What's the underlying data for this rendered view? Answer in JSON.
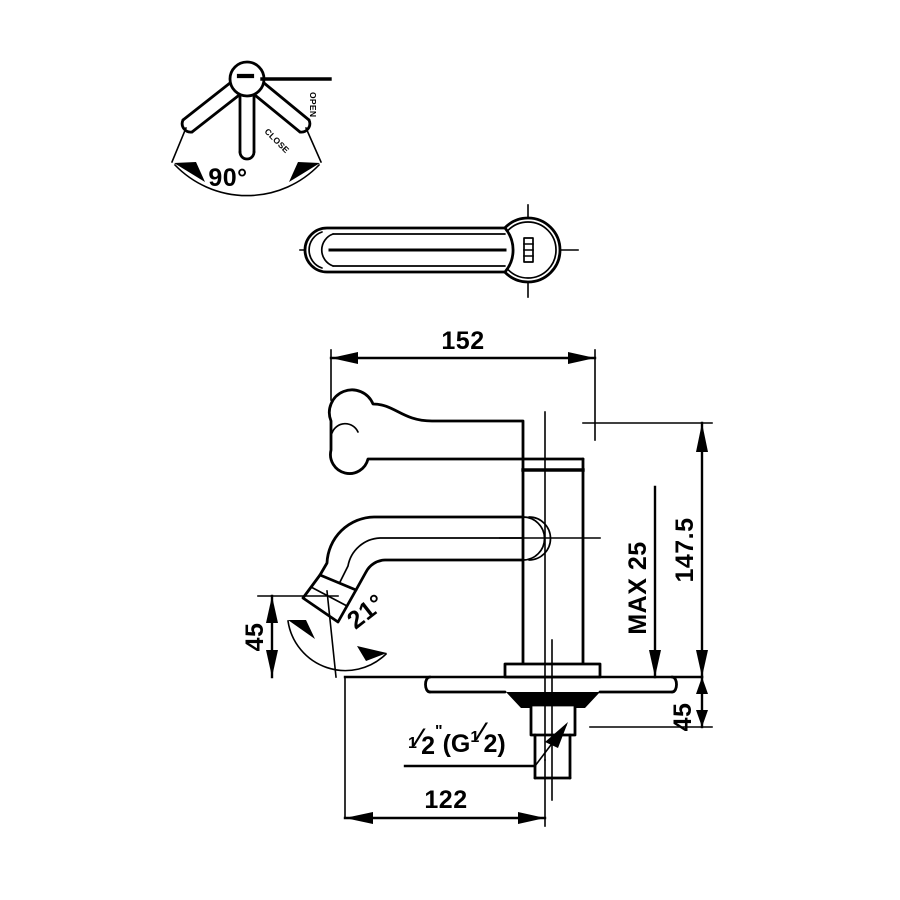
{
  "drawing": {
    "title": "Faucet technical dimension drawing",
    "line_color": "#000000",
    "background_color": "#ffffff",
    "views": {
      "handle_rotation": {
        "name": "handle-rotation-view",
        "angle_label": "90°",
        "open_label": "OPEN",
        "close_label": "CLOSE"
      },
      "handle_top": {
        "name": "handle-top-view"
      },
      "front_elevation": {
        "name": "faucet-front-elevation-view"
      }
    },
    "dimensions": {
      "spout_reach": "152",
      "overall_height": "147.5",
      "max_deck_thickness": "MAX 25",
      "shank_length": "45",
      "spout_height": "45",
      "base_to_spout_tip": "122",
      "aerator_angle": "21°",
      "thread_size_main": "1",
      "thread_size_denom": "2",
      "thread_inch_mark": "\"",
      "thread_spec": "(G",
      "thread_spec_num": "1",
      "thread_spec_den": "2",
      "thread_spec_close": ")",
      "thread_label_full": "½\" (G½)"
    }
  }
}
